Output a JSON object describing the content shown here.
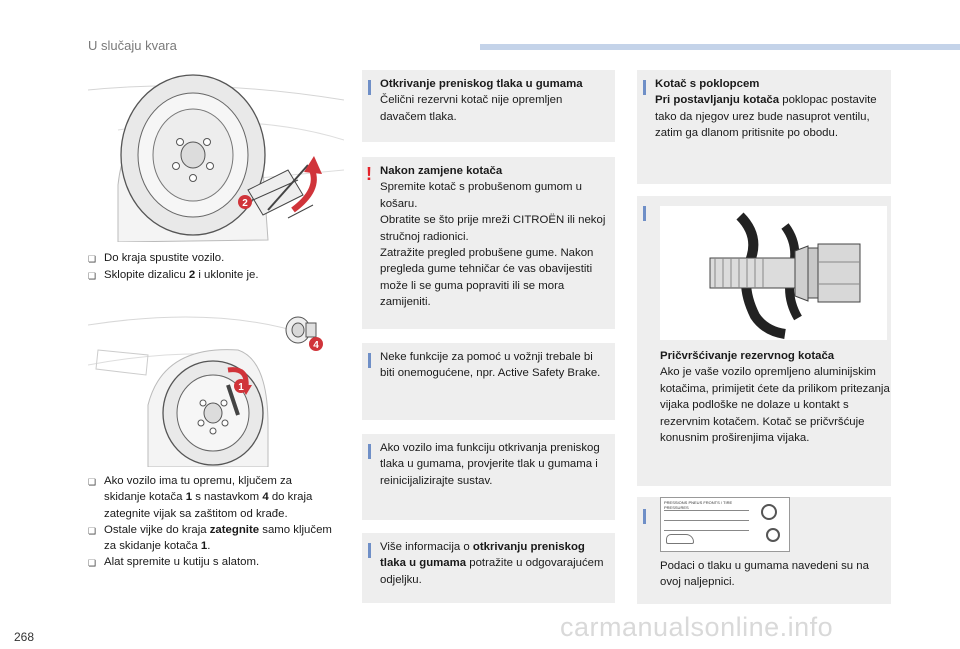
{
  "header": {
    "title": "U slučaju kvara"
  },
  "page_number": "268",
  "watermark": "carmanualsonline.info",
  "figures": {
    "jack_callout": "2",
    "wrench_callout_1": "1",
    "wrench_callout_4": "4"
  },
  "left_column": {
    "list1": {
      "item1": "Do kraja spustite vozilo.",
      "item2_pre": "Sklopite dizalicu ",
      "item2_bold": "2",
      "item2_post": " i uklonite je."
    },
    "list2": {
      "item1_pre": "Ako vozilo ima tu opremu, ključem za skidanje kotača ",
      "item1_bold1": "1",
      "item1_mid": " s nastavkom ",
      "item1_bold2": "4",
      "item1_post": " do kraja zategnite vijak sa zaštitom od krađe.",
      "item2_pre": "Ostale vijke do kraja ",
      "item2_bold": "zategnite",
      "item2_mid": " samo ključem za skidanje kotača ",
      "item2_bold2": "1",
      "item2_post": ".",
      "item3": "Alat spremite u kutiju s alatom."
    }
  },
  "middle_column": {
    "note1": {
      "title": "Otkrivanje preniskog tlaka u gumama",
      "text": "Čelični rezervni kotač nije opremljen davačem tlaka."
    },
    "warning": {
      "title": "Nakon zamjene kotača",
      "line1": "Spremite kotač s probušenom gumom u košaru.",
      "line2": "Obratite se što prije mreži CITROËN ili nekoj stručnoj radionici.",
      "line3": "Zatražite pregled probušene gume. Nakon pregleda gume tehničar će vas obavijestiti može li se guma popraviti ili se mora zamijeniti."
    },
    "note3": {
      "text": "Neke funkcije za pomoć u vožnji trebale bi biti onemogućene, npr. Active Safety Brake."
    },
    "note4": {
      "text": "Ako vozilo ima funkciju otkrivanja preniskog tlaka u gumama, provjerite tlak u gumama i reinicijalizirajte sustav."
    },
    "note5": {
      "text_pre": "Više informacija o ",
      "text_bold": "otkrivanju preniskog tlaka u gumama",
      "text_post": " potražite u odgovarajućem odjeljku."
    }
  },
  "right_column": {
    "note1": {
      "title": "Kotač s poklopcem",
      "subtitle": "Pri postavljanju kotača",
      "text": " poklopac postavite tako da njegov urez bude nasuprot ventilu, zatim ga dlanom pritisnite po obodu."
    },
    "note2": {
      "title": "Pričvršćivanje rezervnog kotača",
      "text": "Ako je vaše vozilo opremljeno aluminijskim kotačima, primijetit ćete da prilikom pritezanja vijaka podloške ne dolaze u kontakt s rezervnim kotačem. Kotač se pričvršćuje konusnim proširenjima vijaka."
    },
    "note3": {
      "label_text": "PRESSIONS PNEUS FRONTS / TIRE PRESSURES",
      "text": "Podaci o tlaku u gumama navedeni su na ovoj naljepnici."
    }
  },
  "colors": {
    "accent_bar": "#6f8fc7",
    "warning_red": "#e5222a",
    "callout_red": "#d0343a",
    "note_bg": "#eeeeee",
    "header_bar": "#c4d3e9"
  }
}
